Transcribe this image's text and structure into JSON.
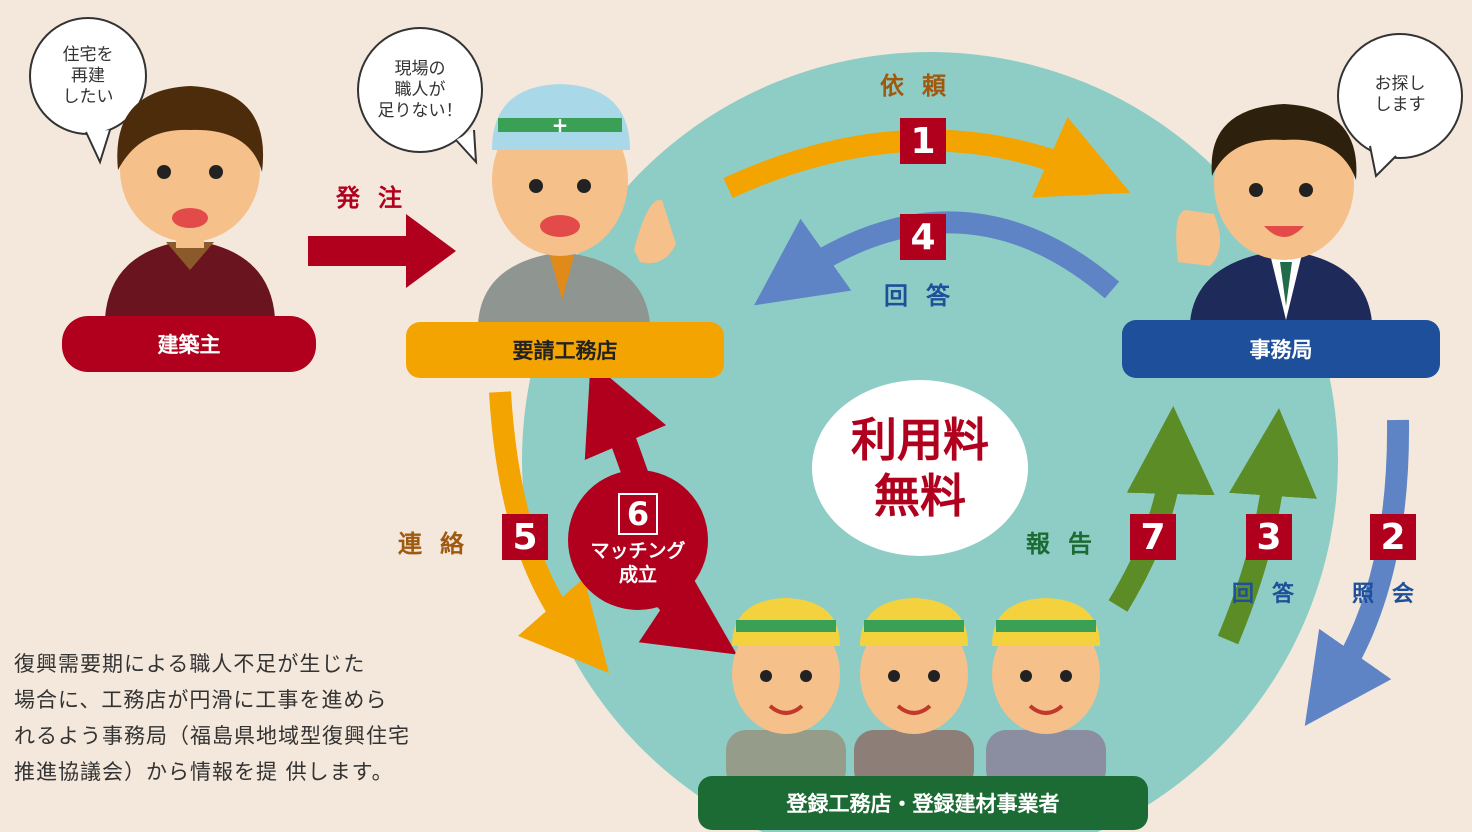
{
  "bubbles": {
    "owner": "住宅を\n再建\nしたい",
    "requesting": "現場の\n職人が\n足りない！",
    "office": "お探し\nします"
  },
  "roles": {
    "owner": "建築主",
    "requesting": "要請工務店",
    "office": "事務局",
    "registered": "登録工務店・登録建材事業者"
  },
  "flows": {
    "order": "発注",
    "request": "依頼",
    "request_num": "1",
    "answer": "回答",
    "answer_num": "4",
    "contact": "連絡",
    "contact_num": "5",
    "report": "報告",
    "report_num": "7",
    "reply": "回答",
    "reply_num": "3",
    "inquiry": "照会",
    "inquiry_num": "2"
  },
  "matching": {
    "num": "6",
    "text": "マッチング\n成立"
  },
  "free": {
    "line1": "利用料",
    "line2": "無料"
  },
  "description": "復興需要期による職人不足が生じた\n場合に、工務店が円滑に工事を進めら\nれるよう事務局（福島県地域型復興住宅\n推進協議会）から情報を提 供します。",
  "colors": {
    "background": "#f4e8dc",
    "circle": "#8ecdc6",
    "crimson": "#b1001d",
    "orange": "#f3a400",
    "blue": "#5f84c6",
    "navy": "#1e4f9a",
    "green": "#5b8c25",
    "dark_green": "#1d6b34",
    "brown_text": "#a05a10"
  }
}
